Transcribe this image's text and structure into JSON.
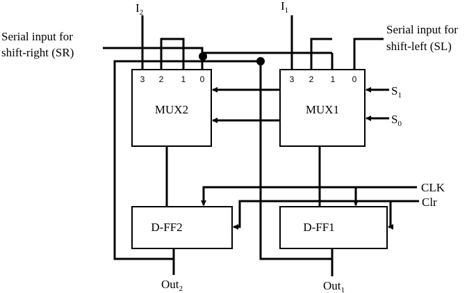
{
  "labels": {
    "i2": {
      "main": "I",
      "sub": "2"
    },
    "i1": {
      "main": "I",
      "sub": "1"
    },
    "sr_line1": "Serial input for",
    "sr_line2": "shift-right (SR)",
    "sl_line1": "Serial input for",
    "sl_line2": "shift-left (SL)",
    "s1": {
      "main": "S",
      "sub": "1"
    },
    "s0": {
      "main": "S",
      "sub": "0"
    },
    "clk": "CLK",
    "clr": "Clr",
    "out2": {
      "main": "Out",
      "sub": "2"
    },
    "out1": {
      "main": "Out",
      "sub": "1"
    }
  },
  "blocks": {
    "mux2": "MUX2",
    "mux1": "MUX1",
    "dff2": "D-FF2",
    "dff1": "D-FF1"
  },
  "mux2_pins": [
    "3",
    "2",
    "1",
    "0"
  ],
  "mux1_pins": [
    "3",
    "2",
    "1",
    "0"
  ]
}
